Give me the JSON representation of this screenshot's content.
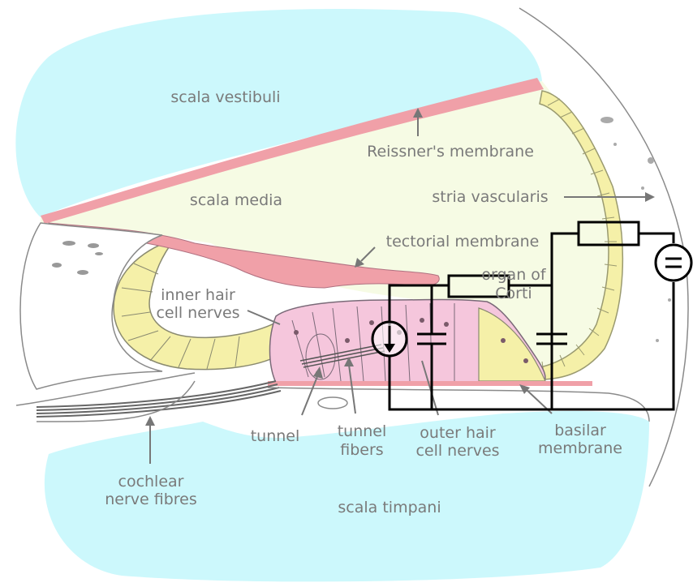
{
  "labels": {
    "scala_vestibuli": "scala vestibuli",
    "reissners_membrane": "Reissner's membrane",
    "scala_media": "scala media",
    "stria_vascularis": "stria vascularis",
    "tectorial_membrane": "tectorial membrane",
    "organ_of_corti_line1": "organ of",
    "organ_of_corti_line2": "Corti",
    "inner_hair_line1": "inner hair",
    "inner_hair_line2": "cell nerves",
    "tunnel": "tunnel",
    "tunnel_fibers_line1": "tunnel",
    "tunnel_fibers_line2": "fibers",
    "outer_hair_line1": "outer hair",
    "outer_hair_line2": "cell nerves",
    "basilar_line1": "basilar",
    "basilar_line2": "membrane",
    "cochlear_line1": "cochlear",
    "cochlear_line2": "nerve fibres",
    "scala_timpani": "scala timpani"
  },
  "colors": {
    "fluid_blue": "#ccf8fc",
    "scala_media_fill": "#f6fbe4",
    "membrane_pink": "#f0a0a8",
    "organ_pink": "#f5c6dc",
    "cell_yellow": "#f5f0a8",
    "label_gray": "#7a7a7a",
    "circuit_black": "#000000"
  },
  "circuit": {
    "components": [
      "resistor",
      "resistor",
      "current-source",
      "capacitor",
      "capacitor",
      "voltage-source"
    ]
  }
}
